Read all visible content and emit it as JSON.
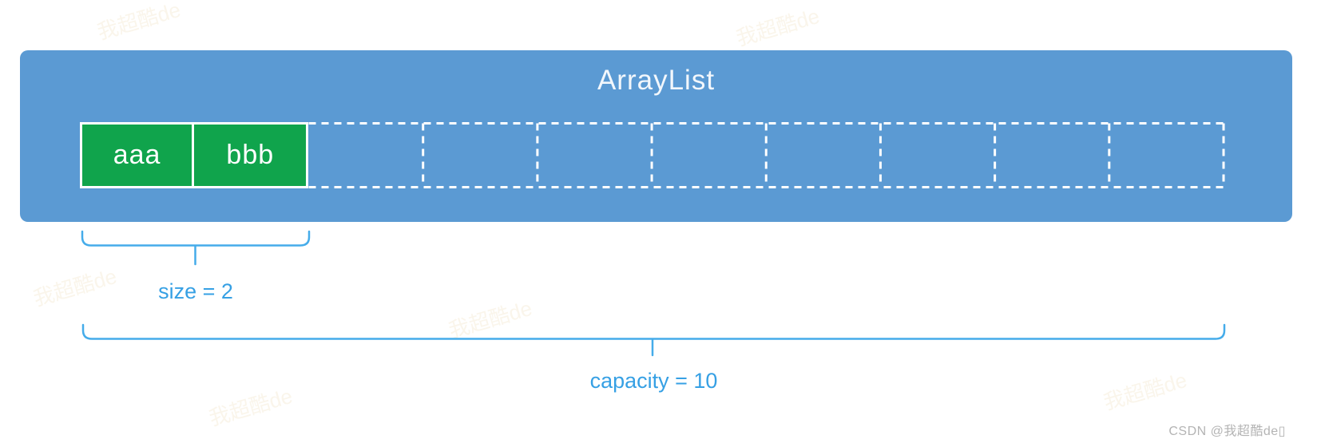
{
  "title": "ArrayList",
  "array": {
    "capacity": 10,
    "size": 2,
    "filled_cells": [
      "aaa",
      "bbb"
    ],
    "empty_cell_count": 8
  },
  "annotations": {
    "size_label": "size = 2",
    "capacity_label": "capacity = 10"
  },
  "watermark": "CSDN @我超酷de▯",
  "background_watermark": "我超酷de",
  "colors": {
    "container_blue": "#5b9ad3",
    "cell_green": "#10a44c",
    "cell_border_white": "#ffffff",
    "annotation_blue": "#36a0e4",
    "brace_blue": "#45acea",
    "title_white": "#f2f7fc",
    "watermark_gray": "#b4b4b4"
  }
}
